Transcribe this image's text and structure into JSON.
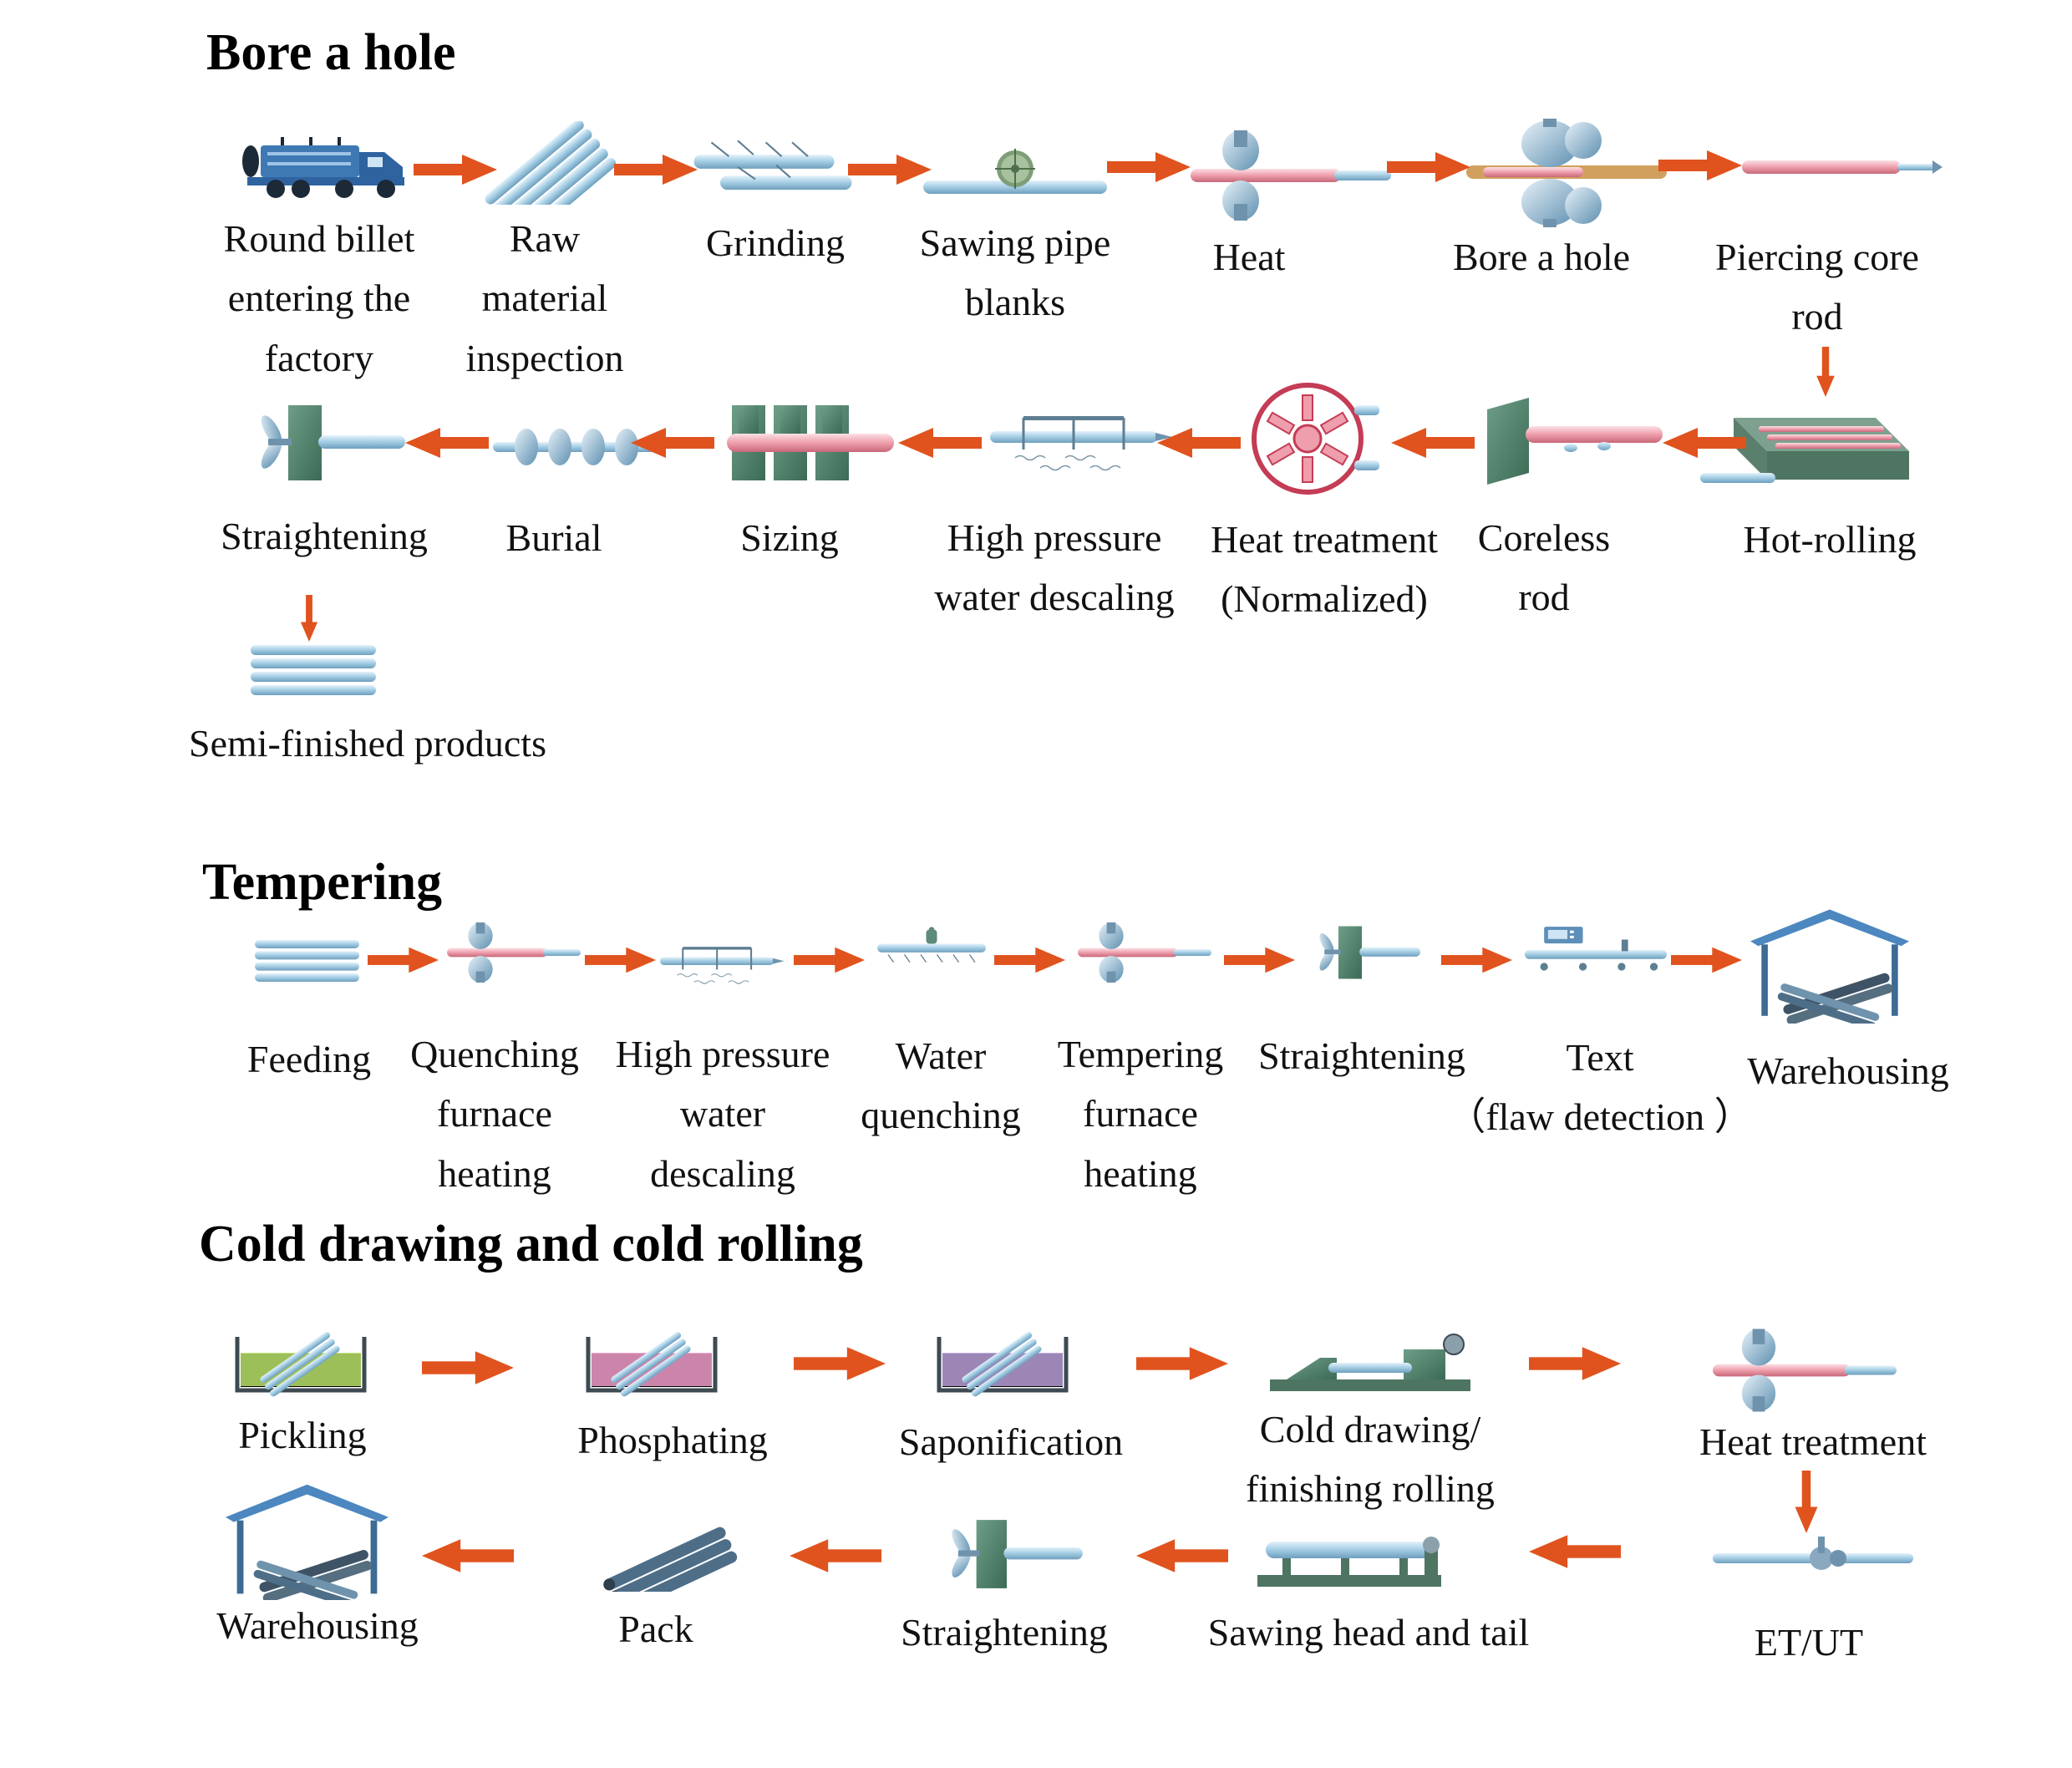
{
  "colors": {
    "arrow": "#E0531E",
    "steel": "#9CC8E0",
    "machine": "#4E8066",
    "hot_pipe": "#E89BAA",
    "heat_ring": "#C43C55"
  },
  "sections": {
    "bore": {
      "title": "Bore a hole",
      "steps": [
        {
          "label": "Round billet\nentering the\nfactory",
          "icon": "truck-icon"
        },
        {
          "label": "Raw\nmaterial\ninspection",
          "icon": "pipe-bundle-icon"
        },
        {
          "label": "Grinding",
          "icon": "grinding-icon"
        },
        {
          "label": "Sawing pipe\nblanks",
          "icon": "saw-icon"
        },
        {
          "label": "Heat",
          "icon": "heating-rollers-icon"
        },
        {
          "label": "Bore a hole",
          "icon": "piercing-mill-icon"
        },
        {
          "label": "Piercing core\nrod",
          "icon": "core-rod-icon"
        },
        {
          "label": "Hot-rolling",
          "icon": "hot-rolling-mill-icon"
        },
        {
          "label": "Coreless\nrod",
          "icon": "coreless-rod-icon"
        },
        {
          "label": "Heat treatment\n(Normalized)",
          "icon": "normalizing-furnace-icon"
        },
        {
          "label": "High pressure\nwater descaling",
          "icon": "water-descaling-icon"
        },
        {
          "label": "Sizing",
          "icon": "sizing-mill-icon"
        },
        {
          "label": "Burial",
          "icon": "rollers-icon"
        },
        {
          "label": "Straightening",
          "icon": "straightener-icon"
        },
        {
          "label": "Semi-finished products",
          "icon": "pipe-stack-icon"
        }
      ]
    },
    "tempering": {
      "title": "Tempering",
      "steps": [
        {
          "label": "Feeding",
          "icon": "pipe-stack-icon"
        },
        {
          "label": "Quenching\nfurnace\nheating",
          "icon": "heating-rollers-icon"
        },
        {
          "label": "High pressure\nwater\ndescaling",
          "icon": "water-descaling-icon"
        },
        {
          "label": "Water\nquenching",
          "icon": "water-quench-icon"
        },
        {
          "label": "Tempering\nfurnace\nheating",
          "icon": "heating-rollers-icon"
        },
        {
          "label": "Straightening",
          "icon": "straightener-icon"
        },
        {
          "label": "Text\n（flaw detection ）",
          "icon": "flaw-detector-icon"
        },
        {
          "label": "Warehousing",
          "icon": "warehouse-icon"
        }
      ]
    },
    "cold": {
      "title": "Cold drawing and cold rolling",
      "steps": [
        {
          "label": "Pickling",
          "icon": "pickling-tank-icon"
        },
        {
          "label": "Phosphating",
          "icon": "phosphating-tank-icon"
        },
        {
          "label": "Saponification",
          "icon": "saponification-tank-icon"
        },
        {
          "label": "Cold drawing/\nfinishing rolling",
          "icon": "drawing-bench-icon"
        },
        {
          "label": "Heat  treatment",
          "icon": "heating-rollers-icon"
        },
        {
          "label": "ET/UT",
          "icon": "inspection-probe-icon"
        },
        {
          "label": "Sawing head and tail",
          "icon": "saw-bench-icon"
        },
        {
          "label": "Straightening",
          "icon": "straightener-icon"
        },
        {
          "label": "Pack",
          "icon": "pipe-bundle-icon"
        },
        {
          "label": "Warehousing",
          "icon": "warehouse-icon"
        }
      ]
    }
  }
}
